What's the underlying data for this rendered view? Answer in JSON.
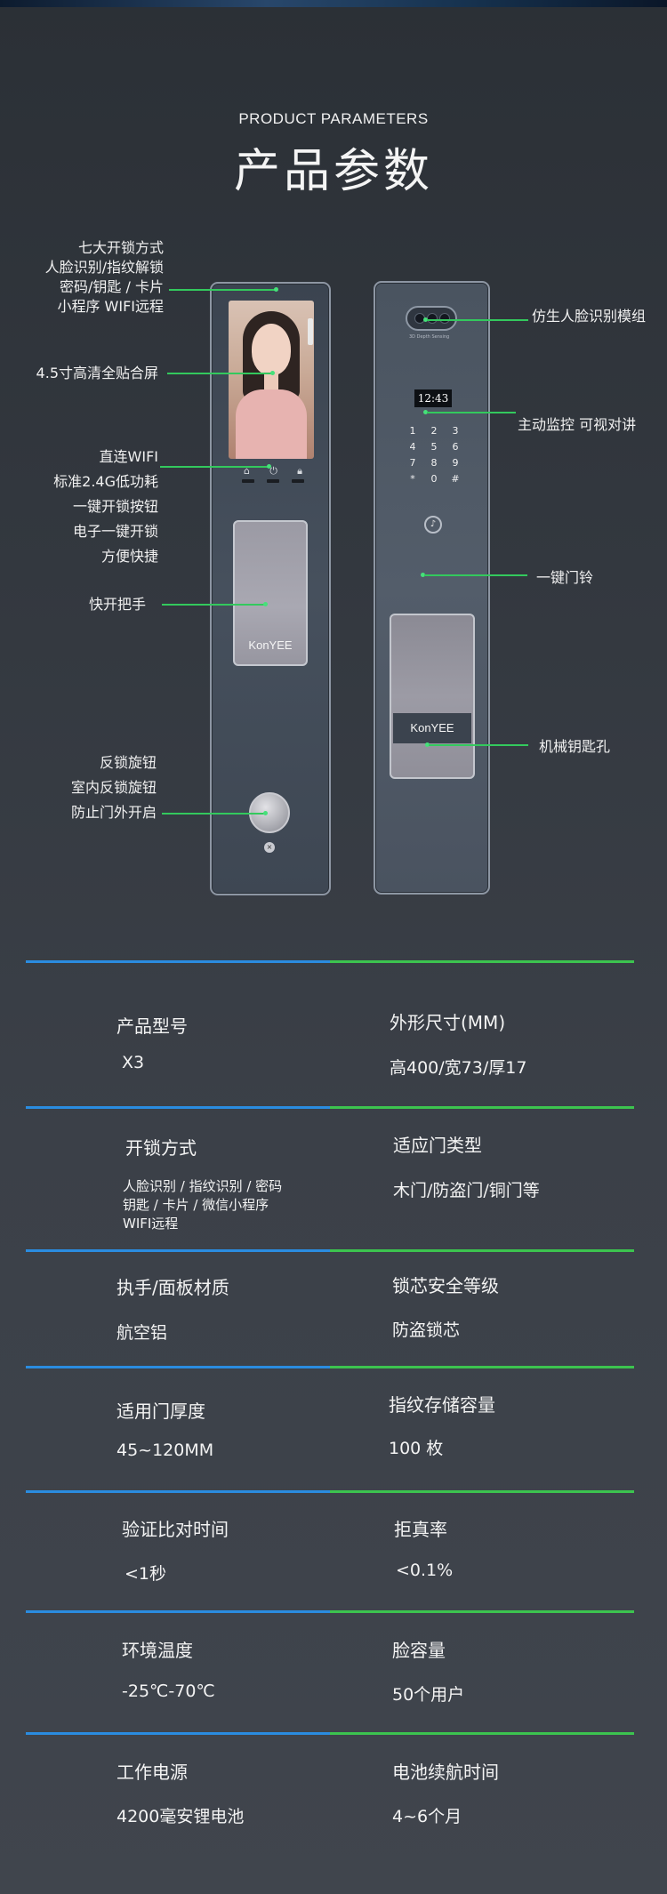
{
  "header": {
    "title_en": "PRODUCT PARAMETERS",
    "title_cn": "产品参数"
  },
  "product": {
    "brand": "KonYEE",
    "clock": "12:43",
    "camera_tag": "3D  Depth Sensing",
    "keypad": [
      "1",
      "2",
      "3",
      "4",
      "5",
      "6",
      "7",
      "8",
      "9",
      "*",
      "0",
      "#"
    ]
  },
  "callouts_left": {
    "unlock_methods": [
      "七大开锁方式",
      "人脸识别/指纹解锁",
      "密码/钥匙 / 卡片",
      "小程序 WIFI远程"
    ],
    "screen": "4.5寸高清全贴合屏",
    "wifi": [
      "直连WIFI",
      "标准2.4G低功耗",
      "一键开锁按钮",
      "电子一键开锁",
      "方便快捷"
    ],
    "handle": "快开把手",
    "knob": [
      "反锁旋钮",
      "室内反锁旋钮",
      "防止门外开启"
    ]
  },
  "callouts_right": {
    "face_module": "仿生人脸识别模组",
    "monitor": "主动监控 可视对讲",
    "doorbell": "一键门铃",
    "keyhole": "机械钥匙孔"
  },
  "specs": [
    {
      "left_label": "产品型号",
      "left_value": "X3",
      "right_label": "外形尺寸(MM)",
      "right_value": "高400/宽73/厚17"
    },
    {
      "left_label": "开锁方式",
      "left_value": [
        "人脸识别 / 指纹识别 / 密码",
        "钥匙 / 卡片 / 微信小程序",
        "WIFI远程"
      ],
      "right_label": "适应门类型",
      "right_value": "木门/防盗门/铜门等"
    },
    {
      "left_label": "执手/面板材质",
      "left_value": "航空铝",
      "right_label": "锁芯安全等级",
      "right_value": "防盗锁芯"
    },
    {
      "left_label": "适用门厚度",
      "left_value": "45~120MM",
      "right_label": "指纹存储容量",
      "right_value": "100 枚"
    },
    {
      "left_label": "验证比对时间",
      "left_value": "<1秒",
      "right_label": "拒真率",
      "right_value": "<0.1%"
    },
    {
      "left_label": "环境温度",
      "left_value": "-25℃-70℃",
      "right_label": "脸容量",
      "right_value": "50个用户"
    },
    {
      "left_label": "工作电源",
      "left_value": "4200毫安锂电池",
      "right_label": "电池续航时间",
      "right_value": "4~6个月"
    }
  ],
  "colors": {
    "accent_green": "#33c95d",
    "accent_blue": "#2a8ce0",
    "background": "#33383f"
  }
}
